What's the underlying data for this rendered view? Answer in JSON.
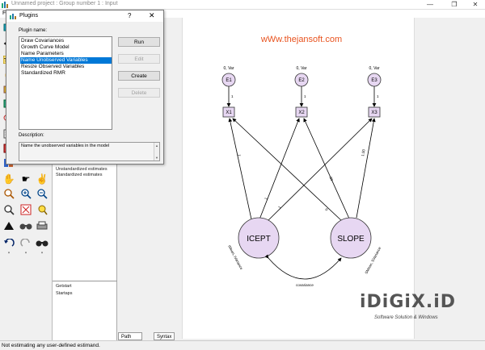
{
  "window": {
    "title": "Unnamed project : Group number 1 : Input",
    "minimize": "—",
    "maximize": "❐",
    "close": "✕"
  },
  "menu": {
    "file": "File"
  },
  "panel": {
    "estimates": [
      "Unstandardized estimates",
      "Standardized estimates"
    ],
    "files": [
      "Getstart",
      "Startaps"
    ]
  },
  "dialog": {
    "title": "Plugins",
    "help": "?",
    "close": "✕",
    "plugin_name_label": "Plugin name:",
    "plugins": [
      {
        "label": "Draw Covariances",
        "selected": false
      },
      {
        "label": "Growth Curve Model",
        "selected": false
      },
      {
        "label": "Name Parameters",
        "selected": false
      },
      {
        "label": "Name Unobserved Variables",
        "selected": true
      },
      {
        "label": "Resize Observed Variables",
        "selected": false
      },
      {
        "label": "Standardized RMR",
        "selected": false
      }
    ],
    "buttons": {
      "run": "Run",
      "edit": "Edit",
      "create": "Create",
      "delete": "Delete"
    },
    "description_label": "Description:",
    "description": "Name the unobserved variables in the model"
  },
  "diagram": {
    "header": "wWw.thejansoft.com",
    "errors": [
      {
        "name": "E1",
        "var": "0, Var"
      },
      {
        "name": "E2",
        "var": "0, Var"
      },
      {
        "name": "E3",
        "var": "0, Var"
      }
    ],
    "error_loading": "1",
    "observed": [
      "X1",
      "X2",
      "X3"
    ],
    "latent": [
      {
        "name": "ICEPT",
        "mean_var": "IMean, IVariance"
      },
      {
        "name": "SLOPE",
        "mean_var": "SMean, SVariance"
      }
    ],
    "icept_loadings": [
      "1",
      "1",
      "1"
    ],
    "slope_loadings": [
      "0",
      ".50",
      "1.00"
    ],
    "covariance": "covariance"
  },
  "tabs": [
    "Path diagram",
    "Syntax"
  ],
  "status": "Not estimating any user-defined estimand.",
  "watermark": {
    "logo": "iDiGiX.iD",
    "tagline": "Software Solution & Windows"
  }
}
